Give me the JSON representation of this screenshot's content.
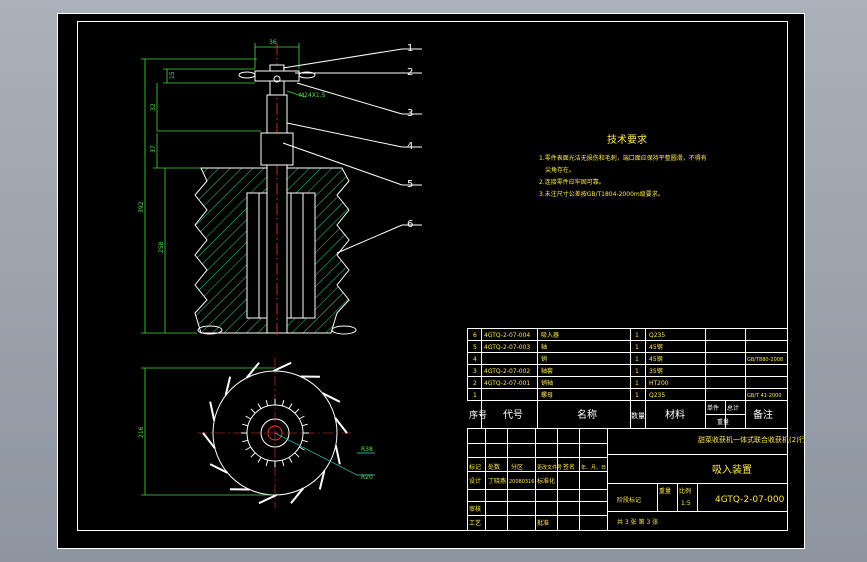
{
  "balloons": [
    "1",
    "2",
    "3",
    "4",
    "5",
    "6"
  ],
  "dims": {
    "top_width": "36",
    "d15": "15",
    "d32": "32",
    "thread": "M24X1.5",
    "d37": "37",
    "d392": "392",
    "d258": "258",
    "d216": "216",
    "r38": "R38",
    "r20": "R20"
  },
  "tech_req": {
    "title": "技术要求",
    "lines": [
      "1.零件表面光洁无损伤和毛刺，端口面应保持平整圆滑，不得有",
      "尖角存在。",
      "2.连接零件应牢固可靠。",
      "3.未注尺寸公差按GB/T1804-2000m级要求。"
    ]
  },
  "bom": {
    "rows": [
      {
        "no": "6",
        "code": "4GTQ-2-07-004",
        "name": "吸入器",
        "qty": "1",
        "mat": "Q235",
        "note": ""
      },
      {
        "no": "5",
        "code": "4GTQ-2-07-003",
        "name": "轴",
        "qty": "1",
        "mat": "45钢",
        "note": ""
      },
      {
        "no": "4",
        "code": "",
        "name": "销",
        "qty": "1",
        "mat": "45钢",
        "note": "GB/T880-2008"
      },
      {
        "no": "3",
        "code": "4GTQ-2-07-002",
        "name": "轴套",
        "qty": "1",
        "mat": "35钢",
        "note": ""
      },
      {
        "no": "2",
        "code": "4GTQ-2-07-001",
        "name": "销轴",
        "qty": "1",
        "mat": "HT200",
        "note": ""
      },
      {
        "no": "1",
        "code": "",
        "name": "螺母",
        "qty": "1",
        "mat": "Q235",
        "note": "GB/T 41-2000"
      }
    ],
    "header": {
      "no": "序号",
      "code": "代号",
      "name": "名称",
      "qty": "数量",
      "mat": "材料",
      "single": "单件",
      "total": "总计",
      "weight": "重量",
      "note": "备注"
    }
  },
  "title_block": {
    "design_title": "甜菜收获机一体式联合收获机(2)行",
    "part_name": "吸入装置",
    "drawing_no": "4GTQ-2-07-000",
    "mark": "标记",
    "count": "处数",
    "zone": "分区",
    "docno": "更改文件号",
    "sign": "签名",
    "date": "年、月、日",
    "designer_label": "设计",
    "designer": "丁晓燕",
    "dno": "20080316",
    "std": "标准化",
    "stage": "阶段标记",
    "weight": "重量",
    "scale": "比例",
    "scale_val": "1:5",
    "review": "审核",
    "process": "工艺",
    "approve": "批准",
    "sheets": "共 3 张  第 3 张"
  }
}
